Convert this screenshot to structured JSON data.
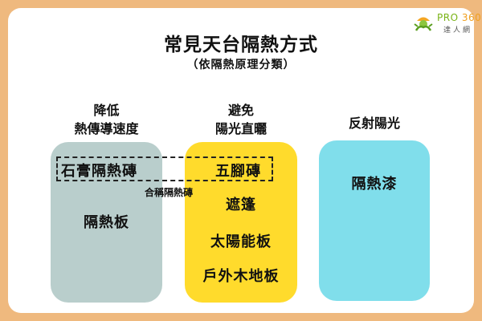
{
  "brand": {
    "name": "PRO",
    "number": "360",
    "subtitle": "達人網",
    "icon": "mascot-icon"
  },
  "header": {
    "title": "常見天台隔熱方式",
    "subtitle": "（依隔熱原理分類）"
  },
  "categories": [
    {
      "label_line1": "降低",
      "label_line2": "熱傳導速度",
      "color": "#b9cecc",
      "items": [
        "石膏隔熱磚",
        "隔熱板"
      ]
    },
    {
      "label_line1": "避免",
      "label_line2": "陽光直曬",
      "color": "#ffdb2c",
      "items": [
        "五腳磚",
        "遮篷",
        "太陽能板",
        "戶外木地板"
      ]
    },
    {
      "label_line1": "反射陽光",
      "color": "#80deeb",
      "items": [
        "隔熱漆"
      ]
    }
  ],
  "grouping": {
    "note": "合稱隔熱磚"
  },
  "colors": {
    "frame": "#efb97e",
    "panel": "#ffffff"
  }
}
